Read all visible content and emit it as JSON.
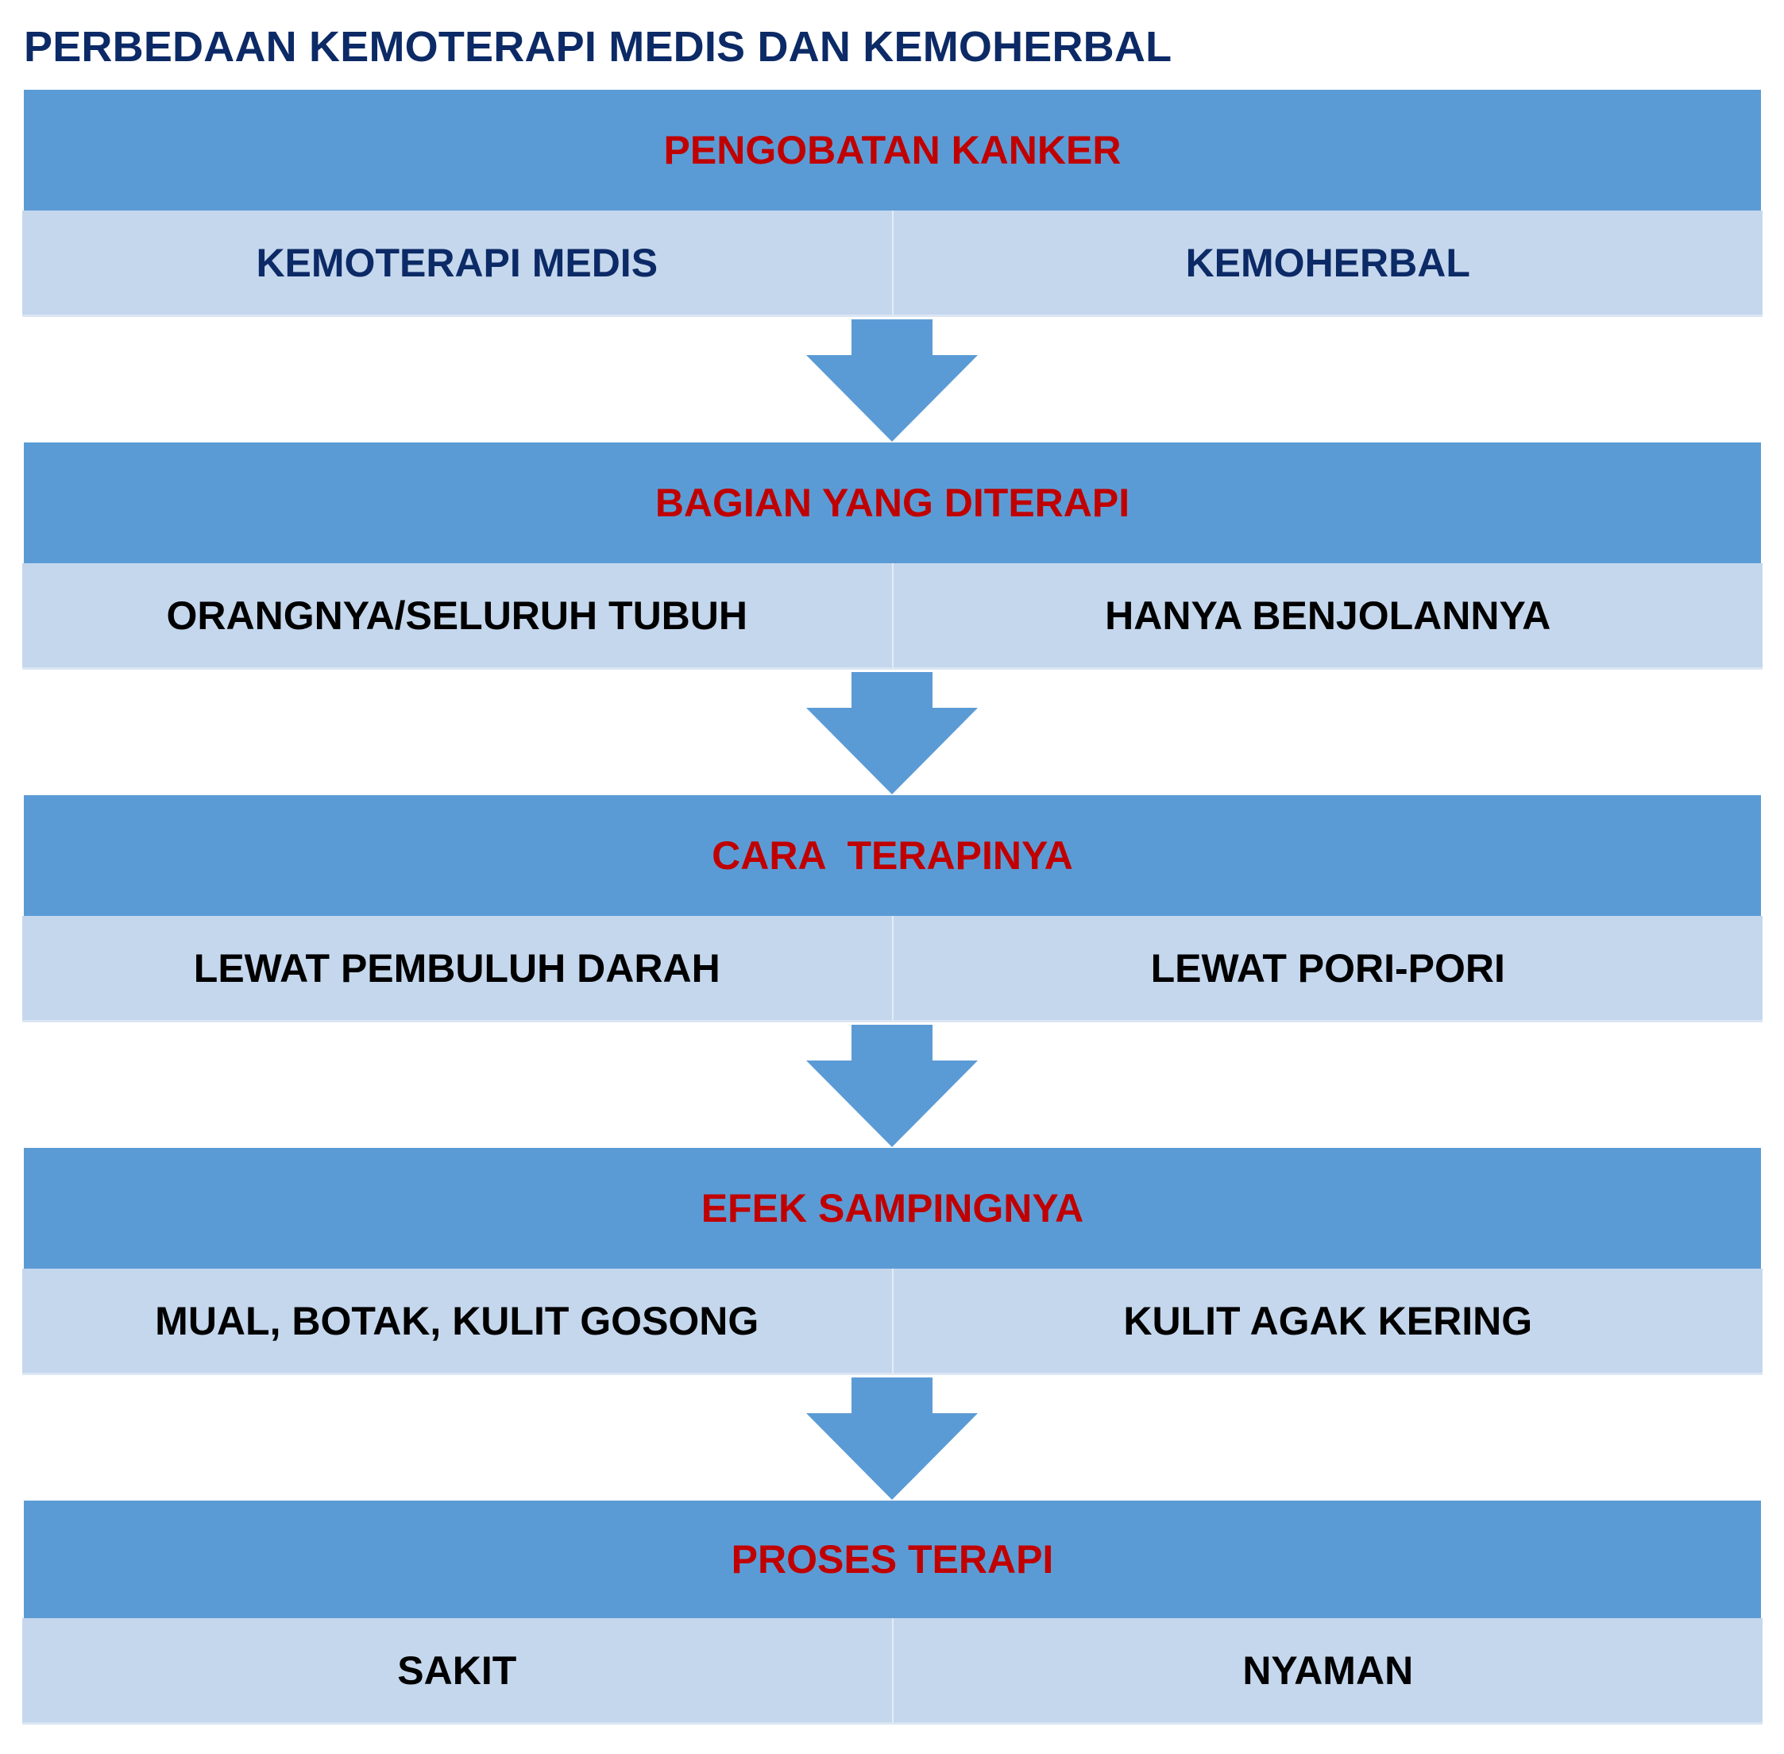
{
  "title": "PERBEDAAN KEMOTERAPI MEDIS DAN KEMOHERBAL",
  "colors": {
    "header_bg": "#5b9bd5",
    "header_text": "#c00000",
    "cell_bg": "#c5d7ed",
    "title_text": "#0c2a66",
    "arrow": "#5b9bd5"
  },
  "sections": [
    {
      "heading": "PENGOBATAN KANKER",
      "left": "KEMOTERAPI MEDIS",
      "right": "KEMOHERBAL"
    },
    {
      "heading": "BAGIAN YANG DITERAPI",
      "left": "ORANGNYA/SELURUH TUBUH",
      "right": "HANYA BENJOLANNYA"
    },
    {
      "heading": "CARA  TERAPINYA",
      "left": "LEWAT PEMBULUH DARAH",
      "right": "LEWAT PORI-PORI"
    },
    {
      "heading": "EFEK SAMPINGNYA",
      "left": "MUAL, BOTAK, KULIT GOSONG",
      "right": "KULIT AGAK KERING"
    },
    {
      "heading": "PROSES TERAPI",
      "left": "SAKIT",
      "right": "NYAMAN"
    }
  ],
  "arrow_icon": "down-arrow-icon"
}
